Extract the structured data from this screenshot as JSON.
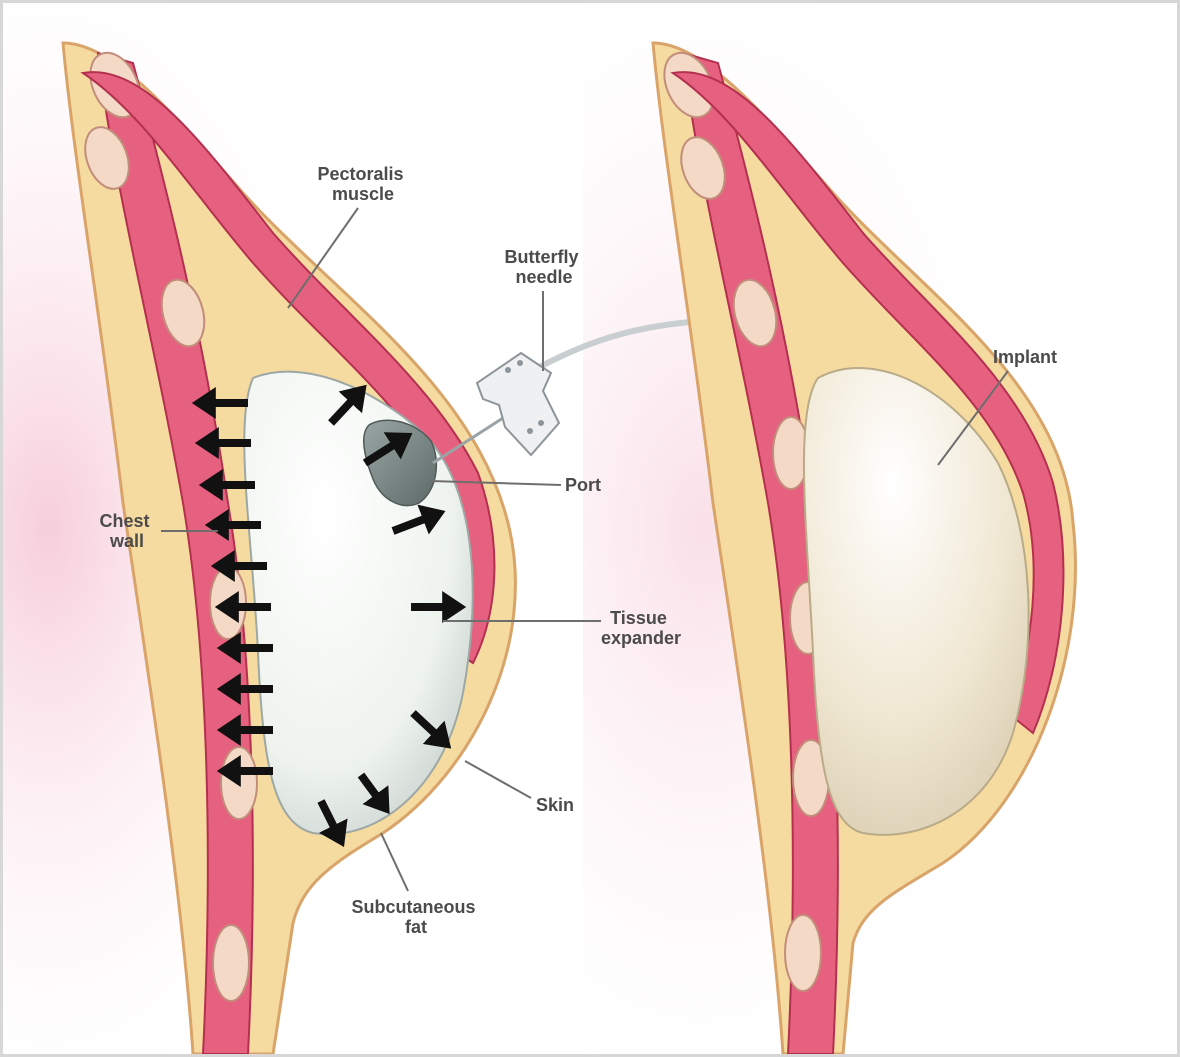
{
  "labels": {
    "pectoralis": [
      "Pectoralis",
      "muscle"
    ],
    "butterfly": [
      "Butterfly",
      "needle"
    ],
    "chest_wall": [
      "Chest",
      "wall"
    ],
    "port": "Port",
    "tissue_expander": [
      "Tissue",
      "expander"
    ],
    "skin": "Skin",
    "subcutaneous": [
      "Subcutaneous",
      "fat"
    ],
    "implant": "Implant"
  },
  "colors": {
    "skin_line": "#d9a46a",
    "fat": "#f6dba0",
    "muscle": "#e6617f",
    "muscle_dark": "#b4304f",
    "rib": "#f3d9c6",
    "expander": "#eef2ee",
    "implant": "#f1e8d4",
    "arrow": "#111111",
    "leader": "#6e6e6e"
  }
}
